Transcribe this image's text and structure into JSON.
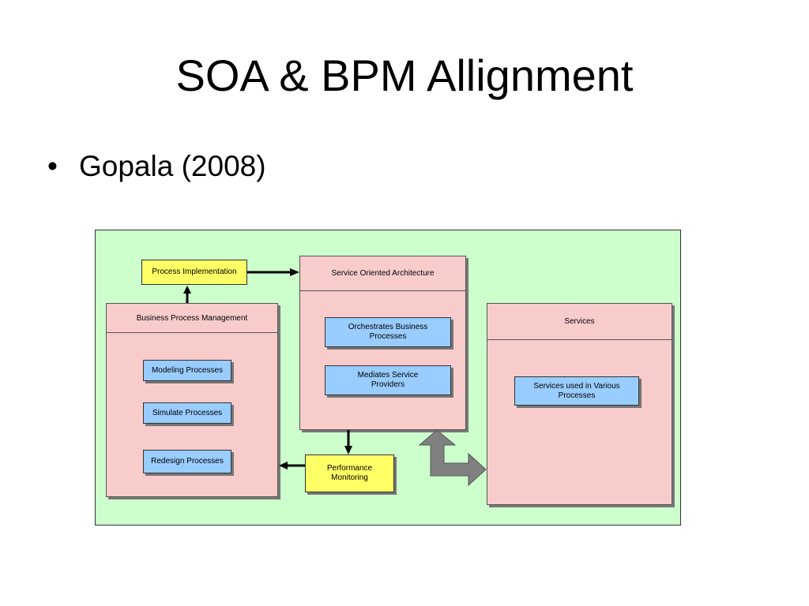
{
  "slide": {
    "title": "SOA & BPM Allignment",
    "bullet": "Gopala (2008)"
  },
  "diagram": {
    "process_implementation": "Process Implementation",
    "bpm": {
      "title": "Business Process Management",
      "items": [
        "Modeling Processes",
        "Simulate  Processes",
        "Redesign Processes"
      ]
    },
    "soa": {
      "title": "Service Oriented Architecture",
      "items": [
        "Orchestrates Business Processes",
        "Mediates Service Providers"
      ]
    },
    "performance_monitoring": "Performance Monitoring",
    "services": {
      "title": "Services",
      "items": [
        "Services used in Various Processes"
      ]
    }
  },
  "colors": {
    "background": "#ccffcc",
    "panel": "#f9cccc",
    "item": "#99ccff",
    "highlight": "#ffff66",
    "arrow": "#808080"
  }
}
